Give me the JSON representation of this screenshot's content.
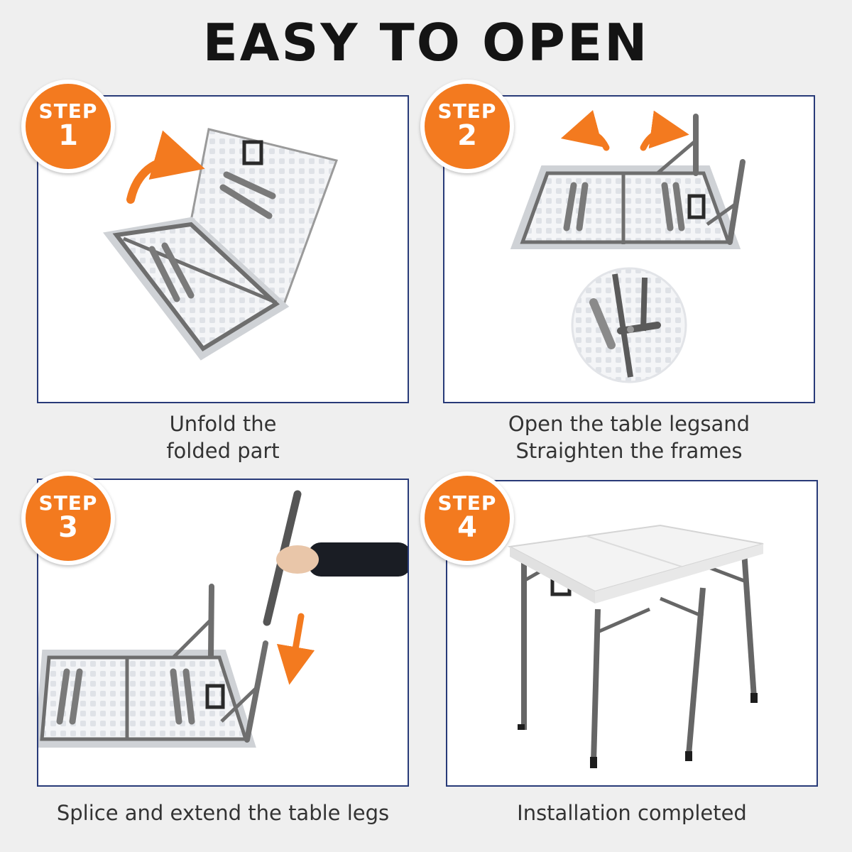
{
  "title": "EASY TO OPEN",
  "colors": {
    "accent": "#f37a1f",
    "border": "#283a78",
    "frame": "#6e6e6e",
    "background": "#efefef"
  },
  "steps": [
    {
      "word": "STEP",
      "number": "1",
      "caption_lines": [
        "Unfold the",
        "folded part"
      ]
    },
    {
      "word": "STEP",
      "number": "2",
      "caption_lines": [
        "Open the table legsand",
        "Straighten the frames"
      ]
    },
    {
      "word": "STEP",
      "number": "3",
      "caption_lines": [
        "Splice and extend the table legs"
      ]
    },
    {
      "word": "STEP",
      "number": "4",
      "caption_lines": [
        "Installation completed"
      ]
    }
  ]
}
